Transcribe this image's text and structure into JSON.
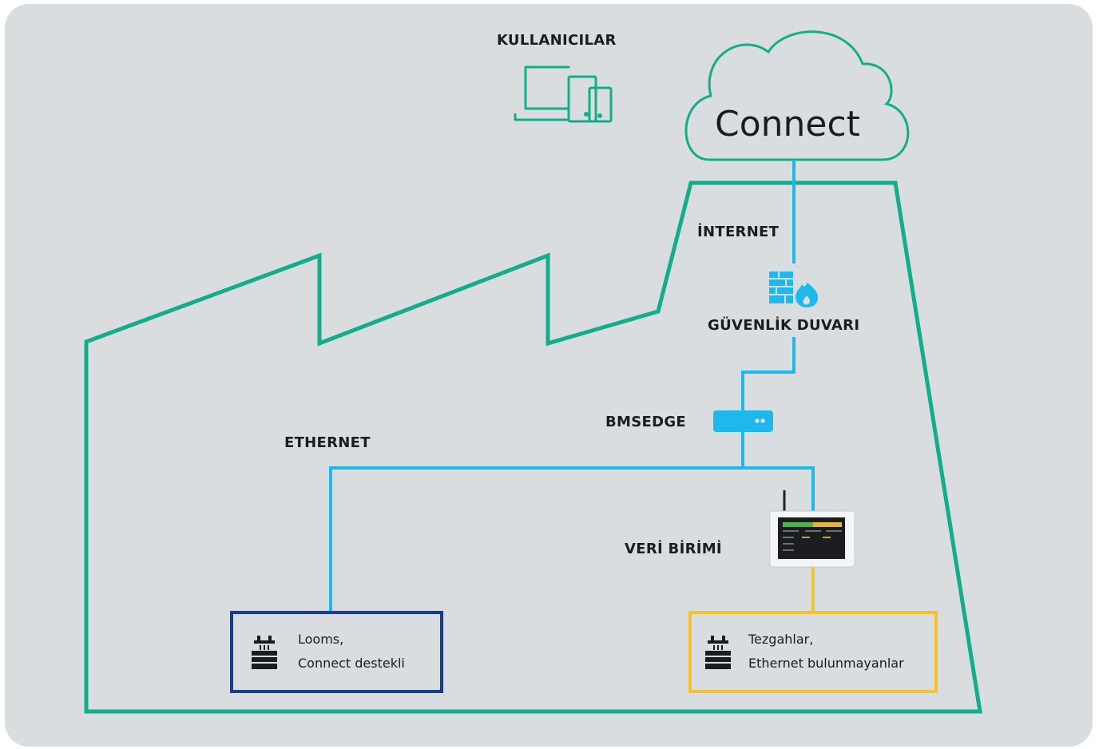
{
  "cloud": {
    "label": "Connect"
  },
  "labels": {
    "users": "KULLANICILAR",
    "internet": "İNTERNET",
    "firewall": "GÜVENLİK DUVARI",
    "edge": "BMSEDGE",
    "ethernet": "ETHERNET",
    "data_unit": "VERİ BİRİMİ"
  },
  "boxes": {
    "left": {
      "line1": "Looms,",
      "line2": "Connect destekli"
    },
    "right": {
      "line1": "Tezgahlar,",
      "line2": "Ethernet bulunmayanlar"
    }
  },
  "colors": {
    "background": "#d9dde0",
    "factory_outline": "#12ad8a",
    "ethernet_line": "#1eb8ea",
    "left_box_border": "#183c8c",
    "right_box_border": "#f5c22d",
    "yellow_link": "#f0c334",
    "text": "#1b1c20"
  },
  "icons": {
    "users": "devices-icon",
    "firewall": "firewall-icon",
    "edge": "router-icon",
    "machine": "loom-machine-icon"
  }
}
